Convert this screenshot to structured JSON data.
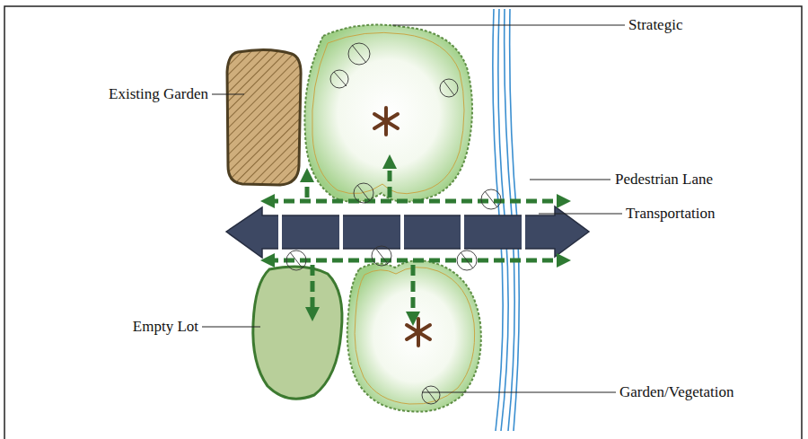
{
  "diagram": {
    "labels": [
      "Existing Garden",
      "Strategic",
      "Pedestrian Lane",
      "Transportation",
      "Empty Lot",
      "Garden/Vegetation"
    ]
  }
}
